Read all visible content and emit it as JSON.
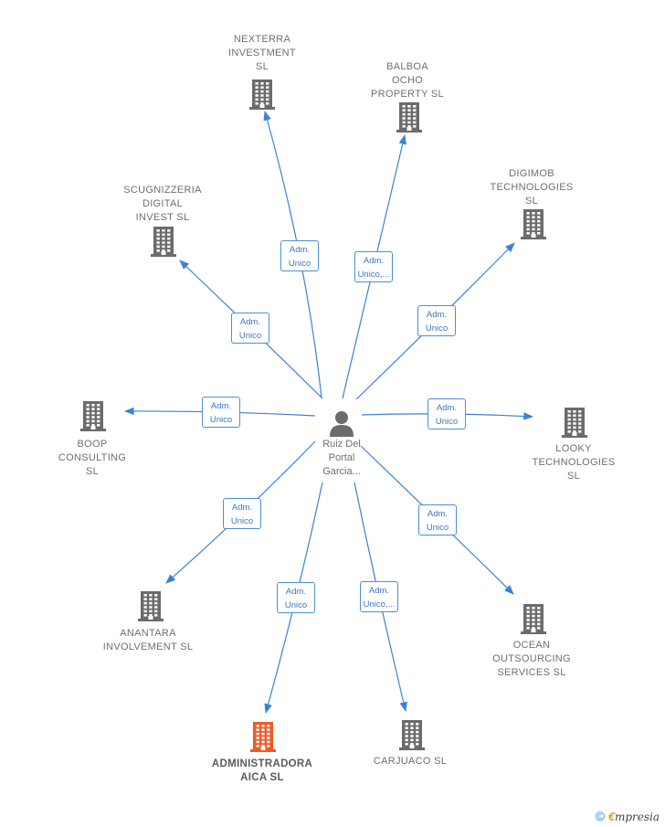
{
  "center": {
    "name": "Ruiz Del\nPortal\nGarcia..."
  },
  "nodes": [
    {
      "id": "nexterra",
      "label": "NEXTERRA\nINVESTMENT\nSL",
      "badge": "Adm.\nUnico",
      "highlight": false
    },
    {
      "id": "balboa",
      "label": "BALBOA\nOCHO\nPROPERTY  SL",
      "badge": "Adm.\nUnico,...",
      "highlight": false
    },
    {
      "id": "digimob",
      "label": "DIGIMOB\nTECHNOLOGIES\nSL",
      "badge": "Adm.\nUnico",
      "highlight": false
    },
    {
      "id": "scugnizzeria",
      "label": "SCUGNIZZERIA\nDIGITAL\nINVEST  SL",
      "badge": "Adm.\nUnico",
      "highlight": false
    },
    {
      "id": "boop",
      "label": "BOOP\nCONSULTING\nSL",
      "badge": "Adm.\nUnico",
      "highlight": false
    },
    {
      "id": "looky",
      "label": "LOOKY\nTECHNOLOGIES\nSL",
      "badge": "Adm.\nUnico",
      "highlight": false
    },
    {
      "id": "anantara",
      "label": "ANANTARA\nINVOLVEMENT SL",
      "badge": "Adm.\nUnico",
      "highlight": false
    },
    {
      "id": "ocean",
      "label": "OCEAN\nOUTSOURCING\nSERVICES  SL",
      "badge": "Adm.\nUnico",
      "highlight": false
    },
    {
      "id": "administradora",
      "label": "ADMINISTRADORA\nAICA  SL",
      "badge": "Adm.\nUnico",
      "highlight": true
    },
    {
      "id": "carjuaco",
      "label": "CARJUACO  SL",
      "badge": "Adm.\nUnico,...",
      "highlight": false
    }
  ],
  "colors": {
    "edge": "#3a82d6",
    "building": "#6b6b6b",
    "highlight_building": "#f05a28",
    "person": "#6b6b6b"
  },
  "footer": {
    "copyright": "©",
    "brand_initial": "€",
    "brand_rest": "mpresia"
  }
}
